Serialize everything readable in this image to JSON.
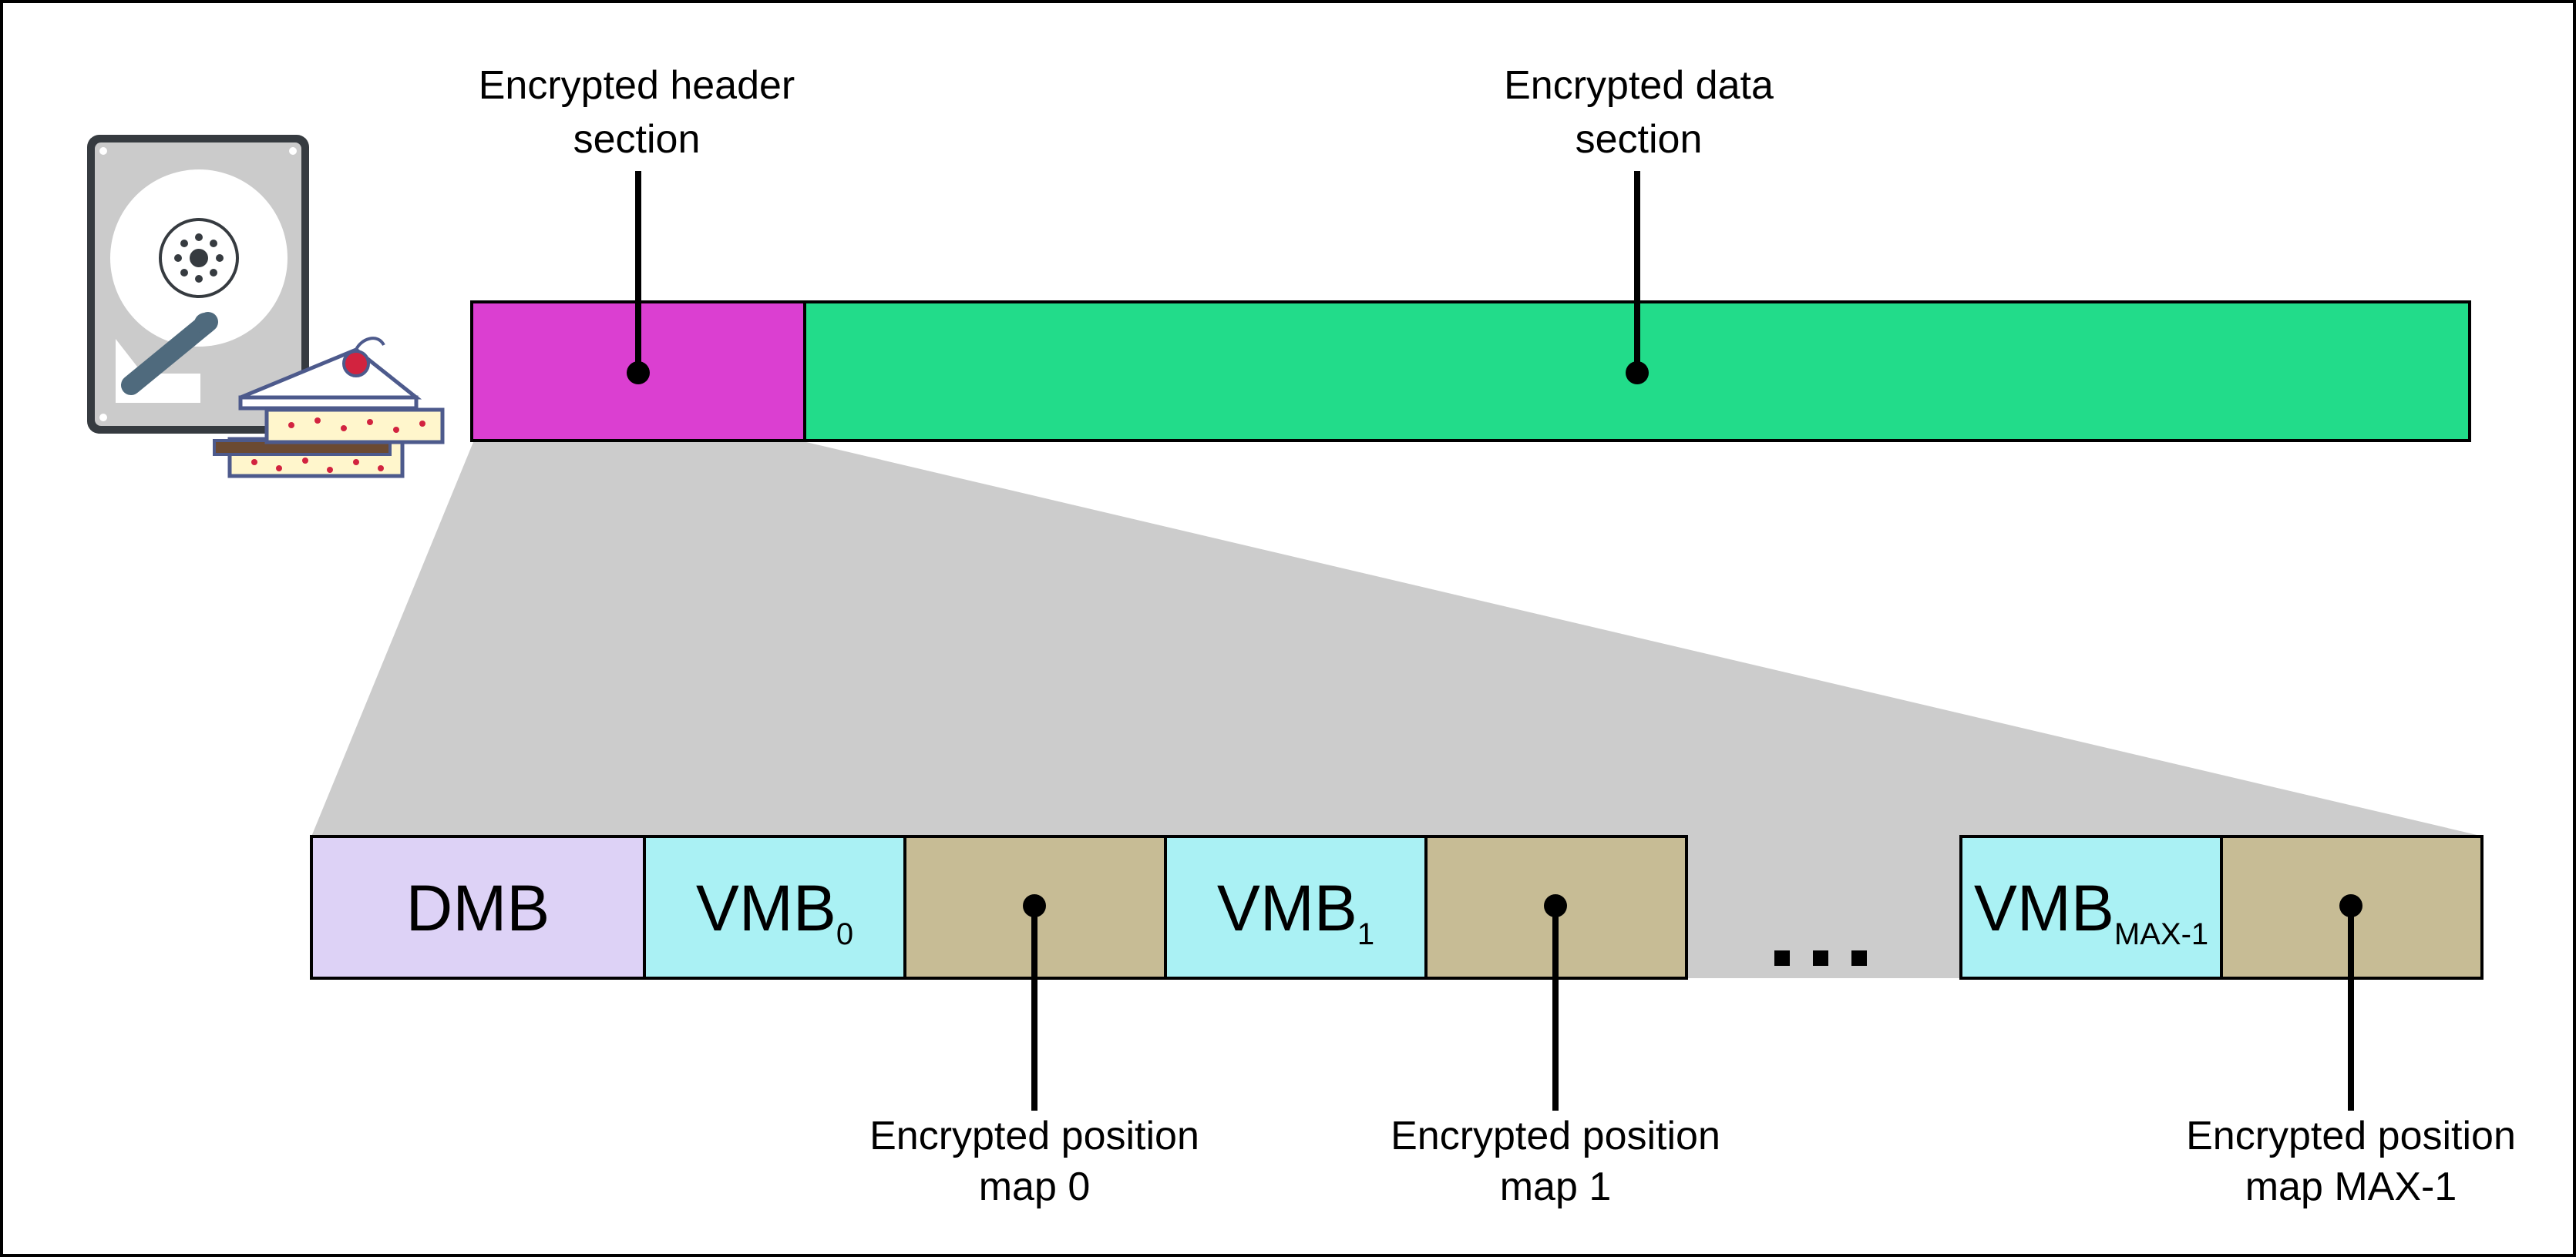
{
  "diagram": {
    "header_label": [
      "Encrypted header",
      "section"
    ],
    "data_label": [
      "Encrypted data",
      "section"
    ],
    "dmb_label": "DMB",
    "vmb": [
      {
        "base": "VMB",
        "subscript": "0"
      },
      {
        "base": "VMB",
        "subscript": "1"
      },
      {
        "base": "VMB",
        "subscript": "MAX-1"
      }
    ],
    "ellipsis": "...",
    "position_maps": [
      [
        "Encrypted position",
        "map 0"
      ],
      [
        "Encrypted position",
        "map 1"
      ],
      [
        "Encrypted position",
        "map MAX-1"
      ]
    ]
  },
  "colors": {
    "header": "#db3fd1",
    "data": "#22dc8a",
    "dmb": "#ddd2f6",
    "vmb": "#aaf1f4",
    "map": "#c7bc95",
    "zoom": "#cccccc",
    "frame": "#000000"
  },
  "icons": {
    "drive": "hard-drive-icon",
    "cake": "cake-icon"
  }
}
